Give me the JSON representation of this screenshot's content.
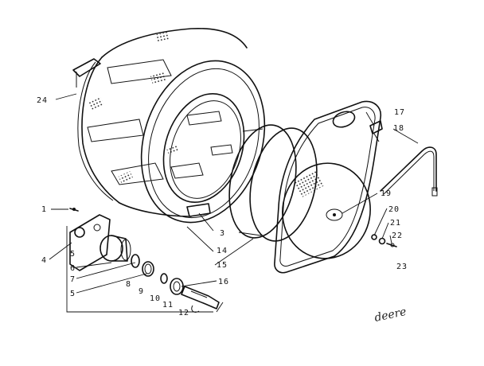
{
  "parts": [
    {
      "id": "p1",
      "label": "1"
    },
    {
      "id": "p3",
      "label": "3"
    },
    {
      "id": "p4",
      "label": "4"
    },
    {
      "id": "p5a",
      "label": "5"
    },
    {
      "id": "p6",
      "label": "6"
    },
    {
      "id": "p7",
      "label": "7"
    },
    {
      "id": "p5b",
      "label": "5"
    },
    {
      "id": "p8",
      "label": "8"
    },
    {
      "id": "p9",
      "label": "9"
    },
    {
      "id": "p10",
      "label": "10"
    },
    {
      "id": "p11",
      "label": "11"
    },
    {
      "id": "p12",
      "label": "12"
    },
    {
      "id": "p14",
      "label": "14"
    },
    {
      "id": "p15",
      "label": "15"
    },
    {
      "id": "p16",
      "label": "16"
    },
    {
      "id": "p17",
      "label": "17"
    },
    {
      "id": "p18",
      "label": "18"
    },
    {
      "id": "p19",
      "label": "19"
    },
    {
      "id": "p20",
      "label": "20"
    },
    {
      "id": "p21",
      "label": "21"
    },
    {
      "id": "p22",
      "label": "22"
    },
    {
      "id": "p23",
      "label": "23"
    },
    {
      "id": "p24",
      "label": "24"
    }
  ],
  "signature": "deere"
}
